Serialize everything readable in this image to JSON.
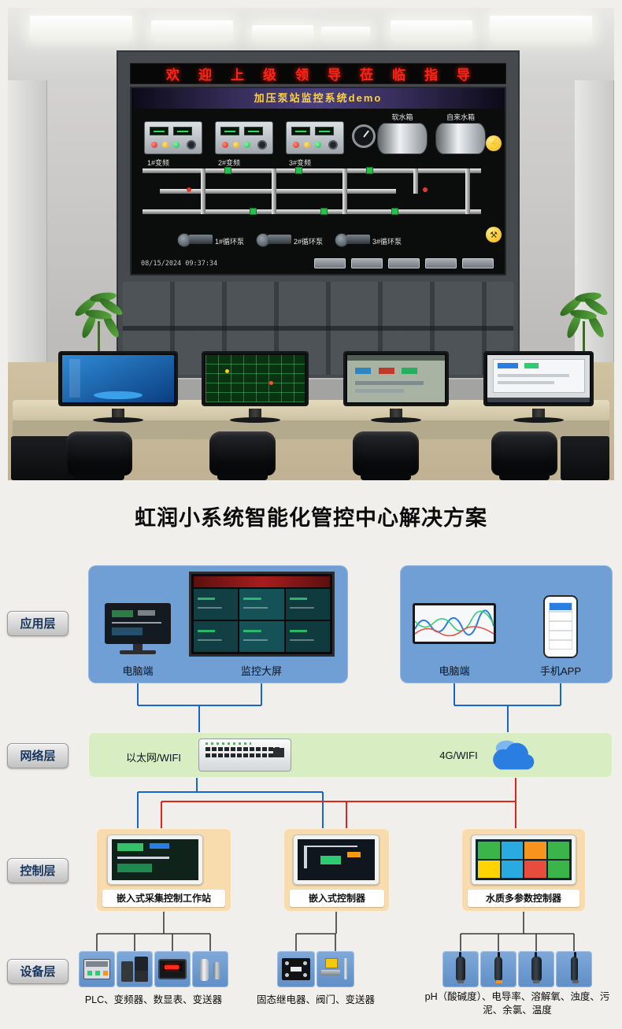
{
  "photo": {
    "led_text": "欢迎上级领导莅临指导",
    "screen_title": "加压泵站监控系统demo",
    "vfd_labels": [
      "1#变频",
      "2#变频",
      "3#变频"
    ],
    "tank_labels": [
      "软水箱",
      "自来水箱"
    ],
    "pump_labels": [
      "1#循环泵",
      "2#循环泵",
      "3#循环泵"
    ],
    "timestamp": "08/15/2024 09:37:34"
  },
  "title": "虹润小系统智能化管控中心解决方案",
  "layers": {
    "labels": [
      "应用层",
      "网络层",
      "控制层",
      "设备层"
    ]
  },
  "application": {
    "pc_left": "电脑端",
    "big_screen": "监控大屏",
    "pc_right": "电脑端",
    "mobile_app": "手机APP"
  },
  "network": {
    "ethernet": "以太网/WIFI",
    "cellular": "4G/WIFI"
  },
  "control": {
    "items": [
      "嵌入式采集控制工作站",
      "嵌入式控制器",
      "水质多参数控制器"
    ]
  },
  "devices": {
    "captions": [
      "PLC、变频器、数显表、变送器",
      "固态继电器、阀门、变送器",
      "pH（酸碱度）、电导率、溶解氧、浊度、污泥、余氯、温度"
    ]
  },
  "colors": {
    "app_box": "#6f9fd4",
    "network_box": "#d9edc2",
    "control_box": "#f8dcae",
    "device_tile": "#6f9fd4",
    "line_blue": "#1565d8",
    "line_red": "#e1251b",
    "led_red": "#ff2315",
    "screen_title_yellow": "#ffd23d"
  }
}
